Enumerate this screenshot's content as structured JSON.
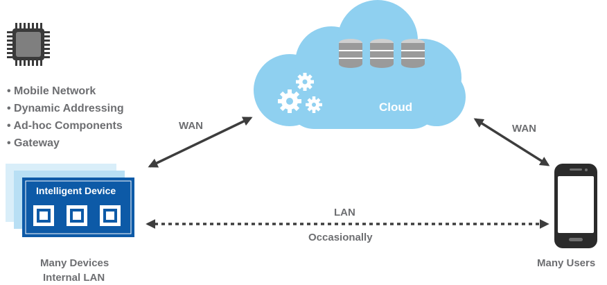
{
  "chip_features": [
    "• Mobile Network",
    "• Dynamic Addressing",
    "• Ad-hoc Components",
    "• Gateway"
  ],
  "cloud": {
    "label": "Cloud"
  },
  "links": {
    "wan_left": "WAN",
    "wan_right": "WAN",
    "lan": "LAN",
    "lan_note": "Occasionally"
  },
  "device": {
    "title": "Intelligent Device",
    "caption_line1": "Many Devices",
    "caption_line2": "Internal LAN"
  },
  "users": {
    "caption": "Many Users"
  },
  "colors": {
    "text_grey": "#6d6e71",
    "cloud_blue": "#8fd0f0",
    "device_blue": "#0d5aa7",
    "device_stack_light": "#c5e6f7",
    "chip_grey": "#808080",
    "arrow": "#3d3d3d"
  },
  "icons": [
    "chip-icon",
    "cloud-icon",
    "database-icon",
    "gears-icon",
    "smartphone-icon",
    "processor-icon"
  ]
}
